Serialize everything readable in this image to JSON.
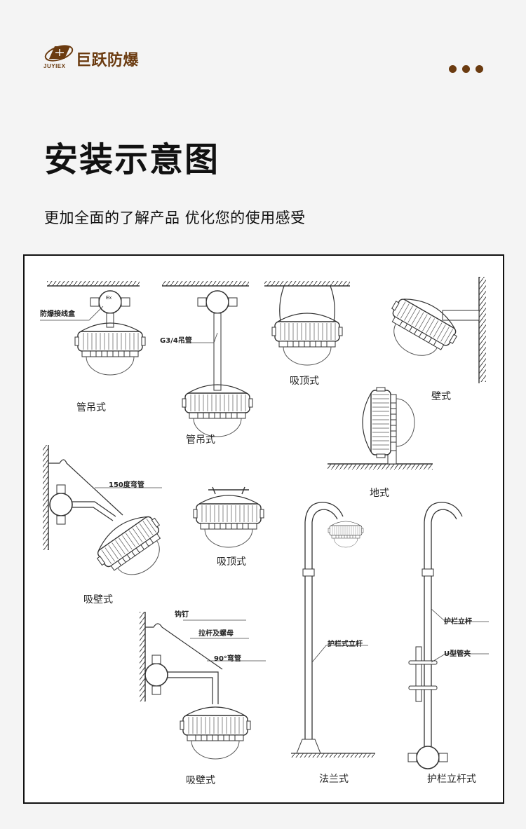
{
  "brand": {
    "name": "巨跃防爆",
    "sub": "JUYIEX",
    "color": "#6b3b10"
  },
  "header": {
    "menu_icon": "more-dots-icon"
  },
  "title": "安装示意图",
  "subtitle": "更加全面的了解产品 优化您的使用感受",
  "diagrams": [
    {
      "caption": "管吊式",
      "notes": [
        "防爆接线盒"
      ]
    },
    {
      "caption": "管吊式",
      "notes": [
        "G3/4吊管"
      ]
    },
    {
      "caption": "吸顶式",
      "notes": []
    },
    {
      "caption": "壁式",
      "notes": []
    },
    {
      "caption": "地式",
      "notes": []
    },
    {
      "caption": "吸壁式",
      "notes": [
        "150度弯管"
      ]
    },
    {
      "caption": "吸顶式",
      "notes": []
    },
    {
      "caption": "吸壁式",
      "notes": [
        "钩钉",
        "拉杆及螺母",
        "90°弯管"
      ]
    },
    {
      "caption": "法兰式",
      "notes": [
        "护栏式立杆"
      ]
    },
    {
      "caption": "护栏立杆式",
      "notes": [
        "护栏立杆",
        "U型管夹"
      ]
    }
  ],
  "junction_box_mark": "Ex"
}
